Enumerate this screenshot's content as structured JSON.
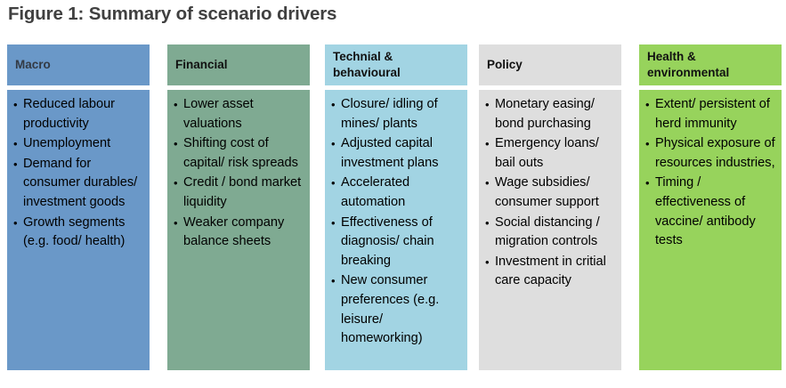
{
  "figure": {
    "title": "Figure 1: Summary of scenario drivers",
    "title_color": "#404040"
  },
  "columns": [
    {
      "id": "macro",
      "header": "Macro",
      "header_color": "#6A98C8",
      "body_color": "#6A98C8",
      "header_text_color": "#333a44",
      "items": [
        "Reduced labour productivity",
        "Unemployment",
        "Demand for consumer durables/ investment goods",
        "Growth segments (e.g. food/ health)"
      ]
    },
    {
      "id": "financial",
      "header": "Financial",
      "header_color": "#7FAA92",
      "body_color": "#7FAA92",
      "header_text_color": "#111111",
      "items": [
        "Lower asset valuations",
        "Shifting cost of capital/ risk spreads",
        "Credit / bond market liquidity",
        "Weaker company balance sheets"
      ]
    },
    {
      "id": "technial-behavioural",
      "header": "Technial & behavioural",
      "header_color": "#A2D4E3",
      "body_color": "#A2D4E3",
      "header_text_color": "#111111",
      "items": [
        "Closure/ idling of mines/ plants",
        "Adjusted capital investment plans",
        "Accelerated automation",
        "Effectiveness of diagnosis/  chain breaking",
        "New consumer preferences (e.g. leisure/ homeworking)"
      ]
    },
    {
      "id": "policy",
      "header": "Policy",
      "header_color": "#DEDEDE",
      "body_color": "#DEDEDE",
      "header_text_color": "#111111",
      "items": [
        "Monetary easing/ bond purchasing",
        "Emergency loans/ bail outs",
        "Wage subsidies/ consumer support",
        "Social distancing / migration controls",
        "Investment in critial care capacity"
      ]
    },
    {
      "id": "health-environmental",
      "header": "Health & environmental",
      "header_color": "#97D35C",
      "body_color": "#97D35C",
      "header_text_color": "#111111",
      "items": [
        "Extent/ persistent of herd immunity",
        "Physical exposure of resources industries,",
        "Timing / effectiveness of vaccine/ antibody tests"
      ]
    }
  ]
}
